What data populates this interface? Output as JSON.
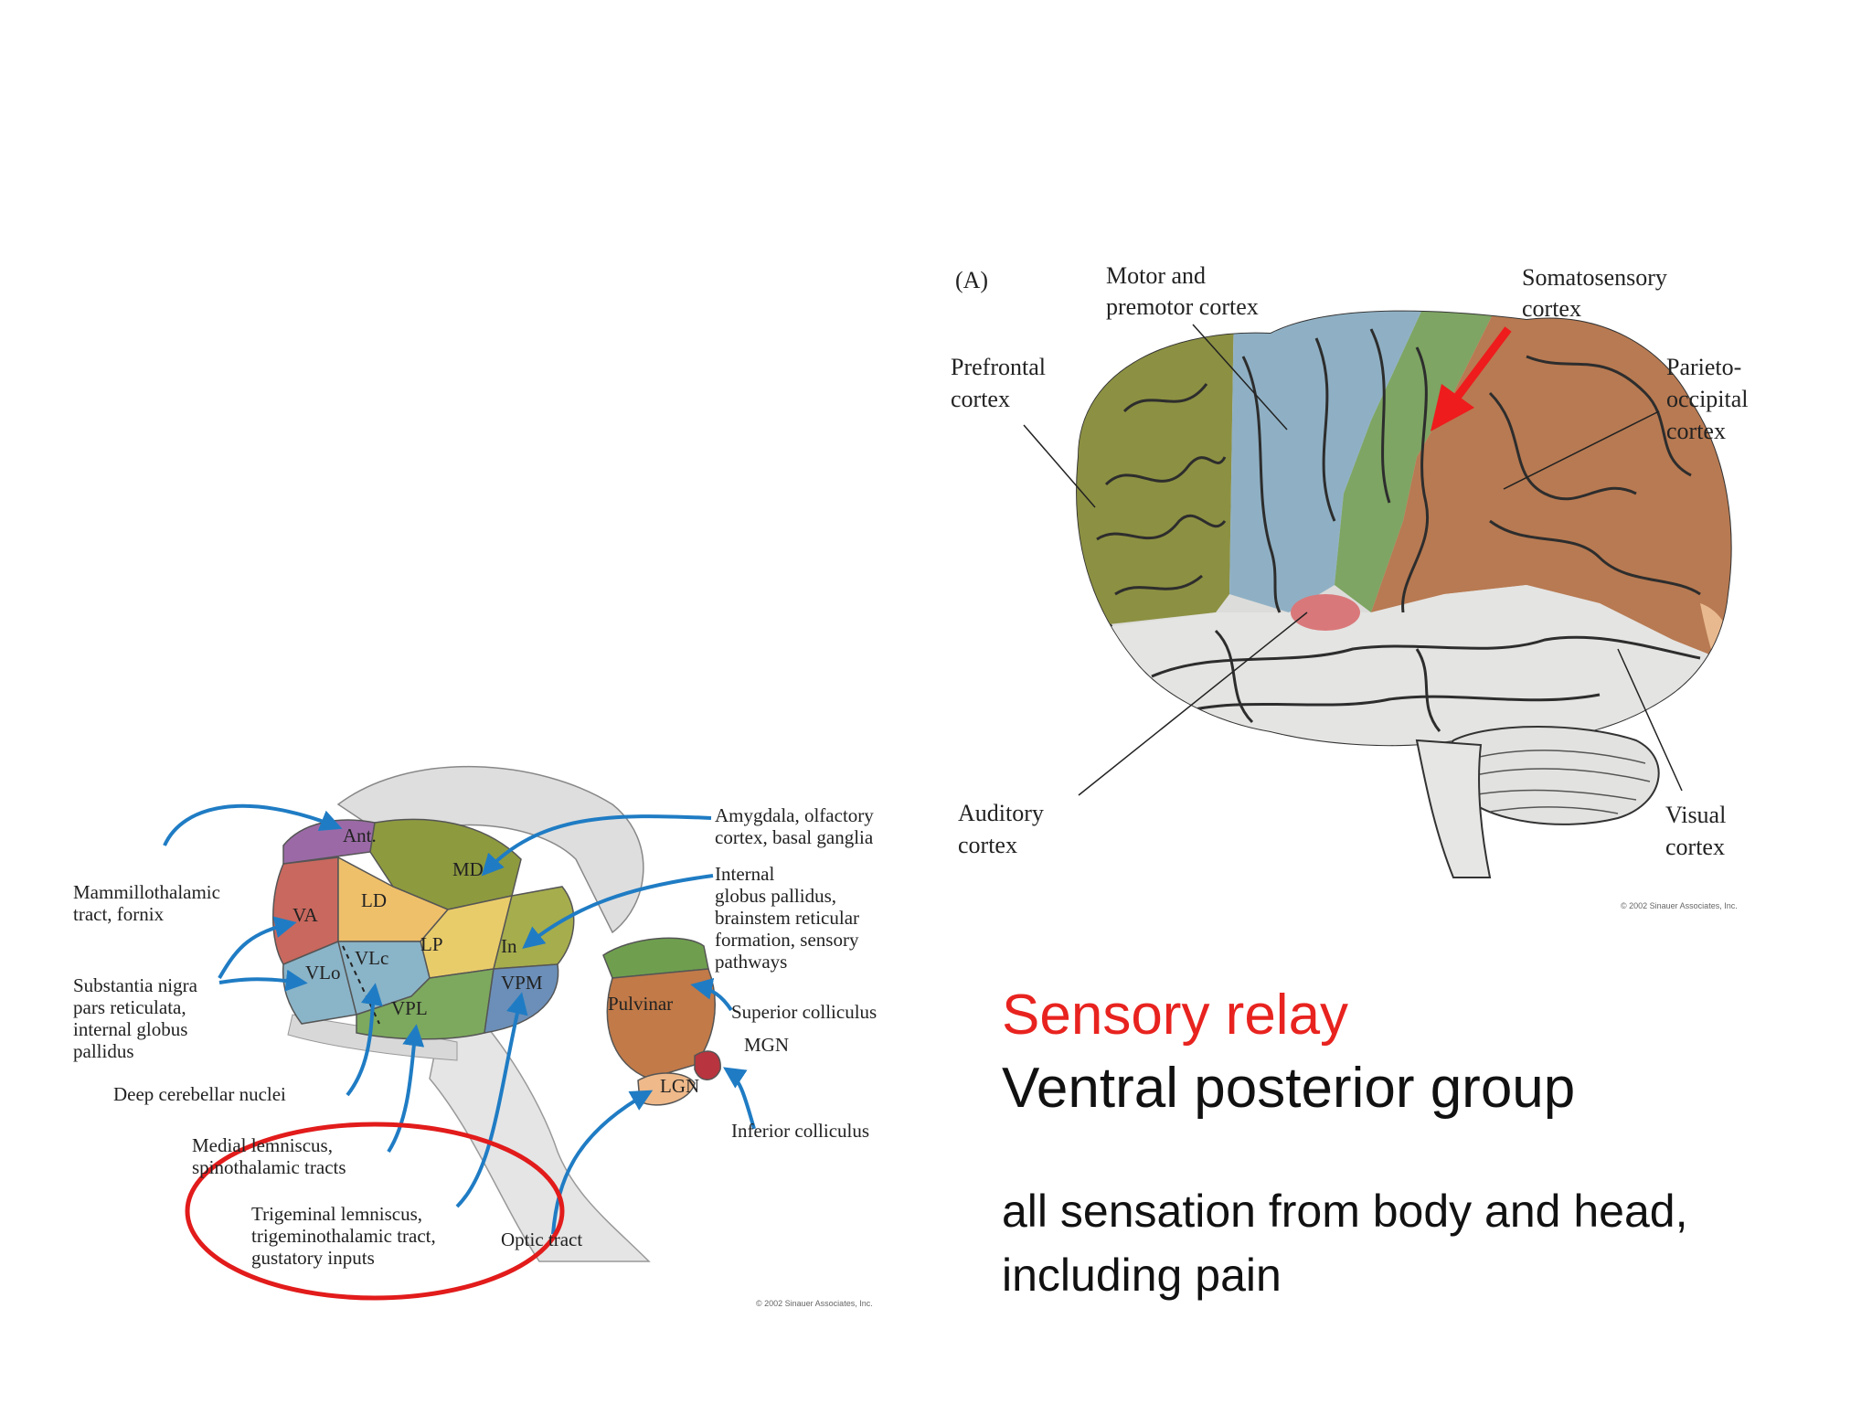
{
  "brain": {
    "panel_label": "(A)",
    "labels": {
      "motor_l1": "Motor and",
      "motor_l2": "premotor cortex",
      "somato_l1": "Somatosensory",
      "somato_l2": "cortex",
      "prefrontal_l1": "Prefrontal",
      "prefrontal_l2": "cortex",
      "parieto_l1": "Parieto-",
      "parieto_l2": "occipital",
      "parieto_l3": "cortex",
      "auditory_l1": "Auditory",
      "auditory_l2": "cortex",
      "visual_l1": "Visual",
      "visual_l2": "cortex"
    },
    "copyright": "© 2002 Sinauer Associates, Inc.",
    "colors": {
      "prefrontal": "#8c9042",
      "motor": "#8fb0c4",
      "somatosensory": "#7ea563",
      "parieto": "#b87a52",
      "temporal": "#e4e4e2",
      "auditory": "#d9787a",
      "visual": "#e8b98f",
      "arrow": "#ee1c1c"
    }
  },
  "thalamus": {
    "nuclei": {
      "ant": "Ant.",
      "md": "MD",
      "ld": "LD",
      "va": "VA",
      "lp": "LP",
      "in": "In",
      "vlo": "VLo",
      "vlc": "VLc",
      "vpl": "VPL",
      "vpm": "VPM",
      "pulvinar": "Pulvinar",
      "lgn": "LGN",
      "mgn": "MGN"
    },
    "labels": {
      "mammillo_l1": "Mammillothalamic",
      "mammillo_l2": "tract, fornix",
      "substantia_l1": "Substantia nigra",
      "substantia_l2": "pars reticulata,",
      "substantia_l3": "internal globus",
      "substantia_l4": "pallidus",
      "deep": "Deep cerebellar nuclei",
      "medial_l1": "Medial lemniscus,",
      "medial_l2": "spinothalamic tracts",
      "trigeminal_l1": "Trigeminal lemniscus,",
      "trigeminal_l2": "trigeminothalamic tract,",
      "trigeminal_l3": "gustatory inputs",
      "optic": "Optic tract",
      "amygdala_l1": "Amygdala, olfactory",
      "amygdala_l2": "cortex, basal ganglia",
      "internal_l1": "Internal",
      "internal_l2": "globus pallidus,",
      "internal_l3": "brainstem reticular",
      "internal_l4": "formation, sensory",
      "internal_l5": "pathways",
      "superior": "Superior colliculus",
      "inferior": "Inferior colliculus"
    },
    "copyright": "© 2002 Sinauer Associates, Inc.",
    "colors": {
      "ant": "#9b6aa6",
      "md": "#8e9a3e",
      "ld": "#efc06a",
      "va": "#c9685e",
      "vlo": "#8ab4c8",
      "vlc": "#8ab4c8",
      "lp": "#e9cc6a",
      "vpl": "#7da95e",
      "vpm": "#6b8fb8",
      "in": "#a6ad4c",
      "pulvinar": "#c27a48",
      "pulvinar_cap": "#6f9f4e",
      "lgn": "#efb98a",
      "mgn": "#b8343e",
      "arrow": "#1f7cc4",
      "circle": "#e21b1b"
    }
  },
  "text": {
    "heading1": "Sensory relay",
    "heading2": "Ventral posterior group",
    "body1_l1": "all sensation from body and head,",
    "body1_l2": "including pain"
  }
}
